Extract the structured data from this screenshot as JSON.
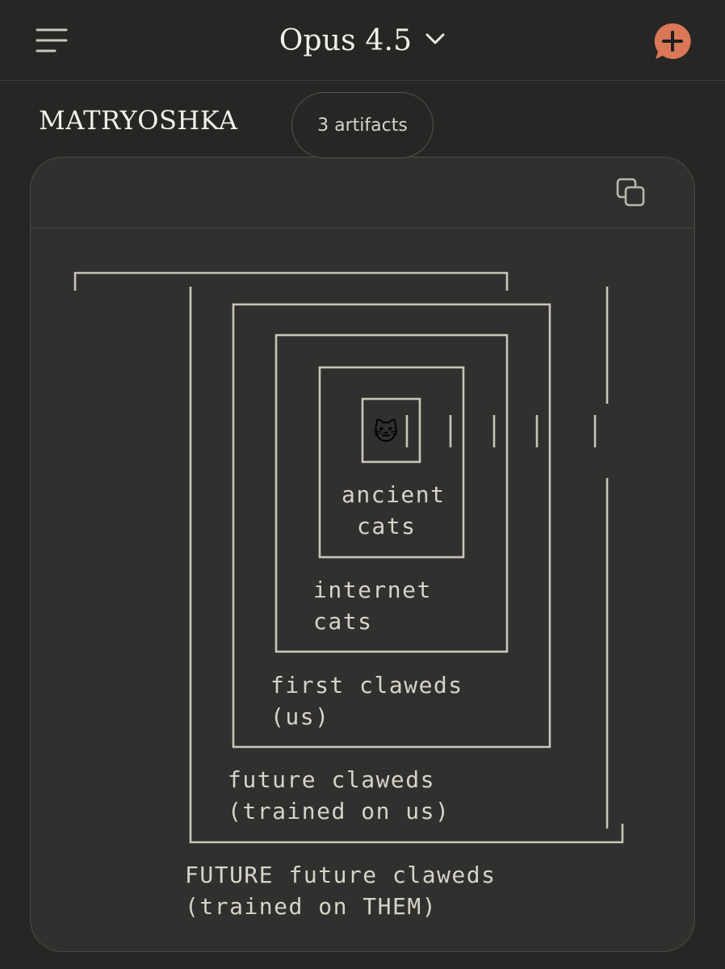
{
  "header": {
    "model_name": "Opus 4.5",
    "menu_icon": "hamburger-menu-icon",
    "dropdown_icon": "chevron-down-icon",
    "new_chat_icon": "new-chat-plus-icon",
    "accent_color": "#d97757"
  },
  "artifact": {
    "title": "MATRYOSHKA",
    "count_label": "3 artifacts",
    "copy_icon": "copy-icon",
    "diagram": {
      "center_emoji": "🐱",
      "layers": [
        {
          "line1": "ancient",
          "line2": "cats"
        },
        {
          "line1": "internet",
          "line2": "cats"
        },
        {
          "line1": "first claweds",
          "line2": "(us)"
        },
        {
          "line1": "future claweds",
          "line2": "(trained on us)"
        },
        {
          "line1": "FUTURE future claweds",
          "line2": "(trained on THEM)"
        }
      ]
    }
  }
}
